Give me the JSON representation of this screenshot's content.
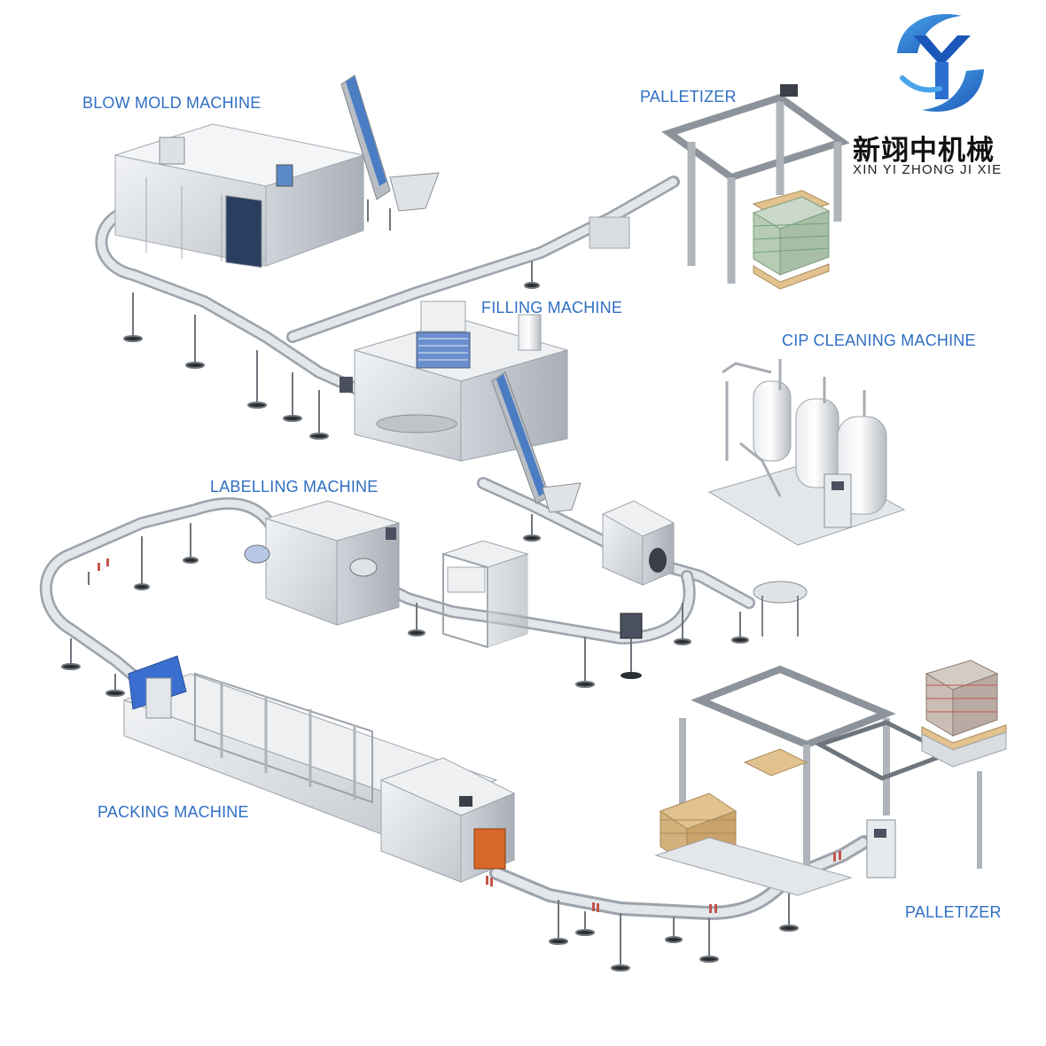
{
  "brand": {
    "name_cn": "新翊中机械",
    "name_en": "XIN YI ZHONG JI XIE",
    "logo_icon": "swirl-y-logo-icon",
    "primary_color": "#1b57b8",
    "accent_color": "#4aa4e8"
  },
  "labels": {
    "blow_mold": "BLOW MOLD MACHINE",
    "palletizer_top": "PALLETIZER",
    "filling": "FILLING MACHINE",
    "cip": "CIP CLEANING MACHINE",
    "labelling": "LABELLING MACHINE",
    "packing": "PACKING MACHINE",
    "palletizer_bottom": "PALLETIZER"
  },
  "colors": {
    "label_text": "#2f6fc4",
    "steel": "#d9dde2",
    "steel_dark": "#9ea4ab",
    "steel_light": "#eef0f2",
    "wood": "#e2c28f",
    "bottle_red": "#c2554c",
    "bottle_green": "#6fa27a",
    "panel_blue": "#3a6fd0",
    "orange": "#d8672a"
  }
}
